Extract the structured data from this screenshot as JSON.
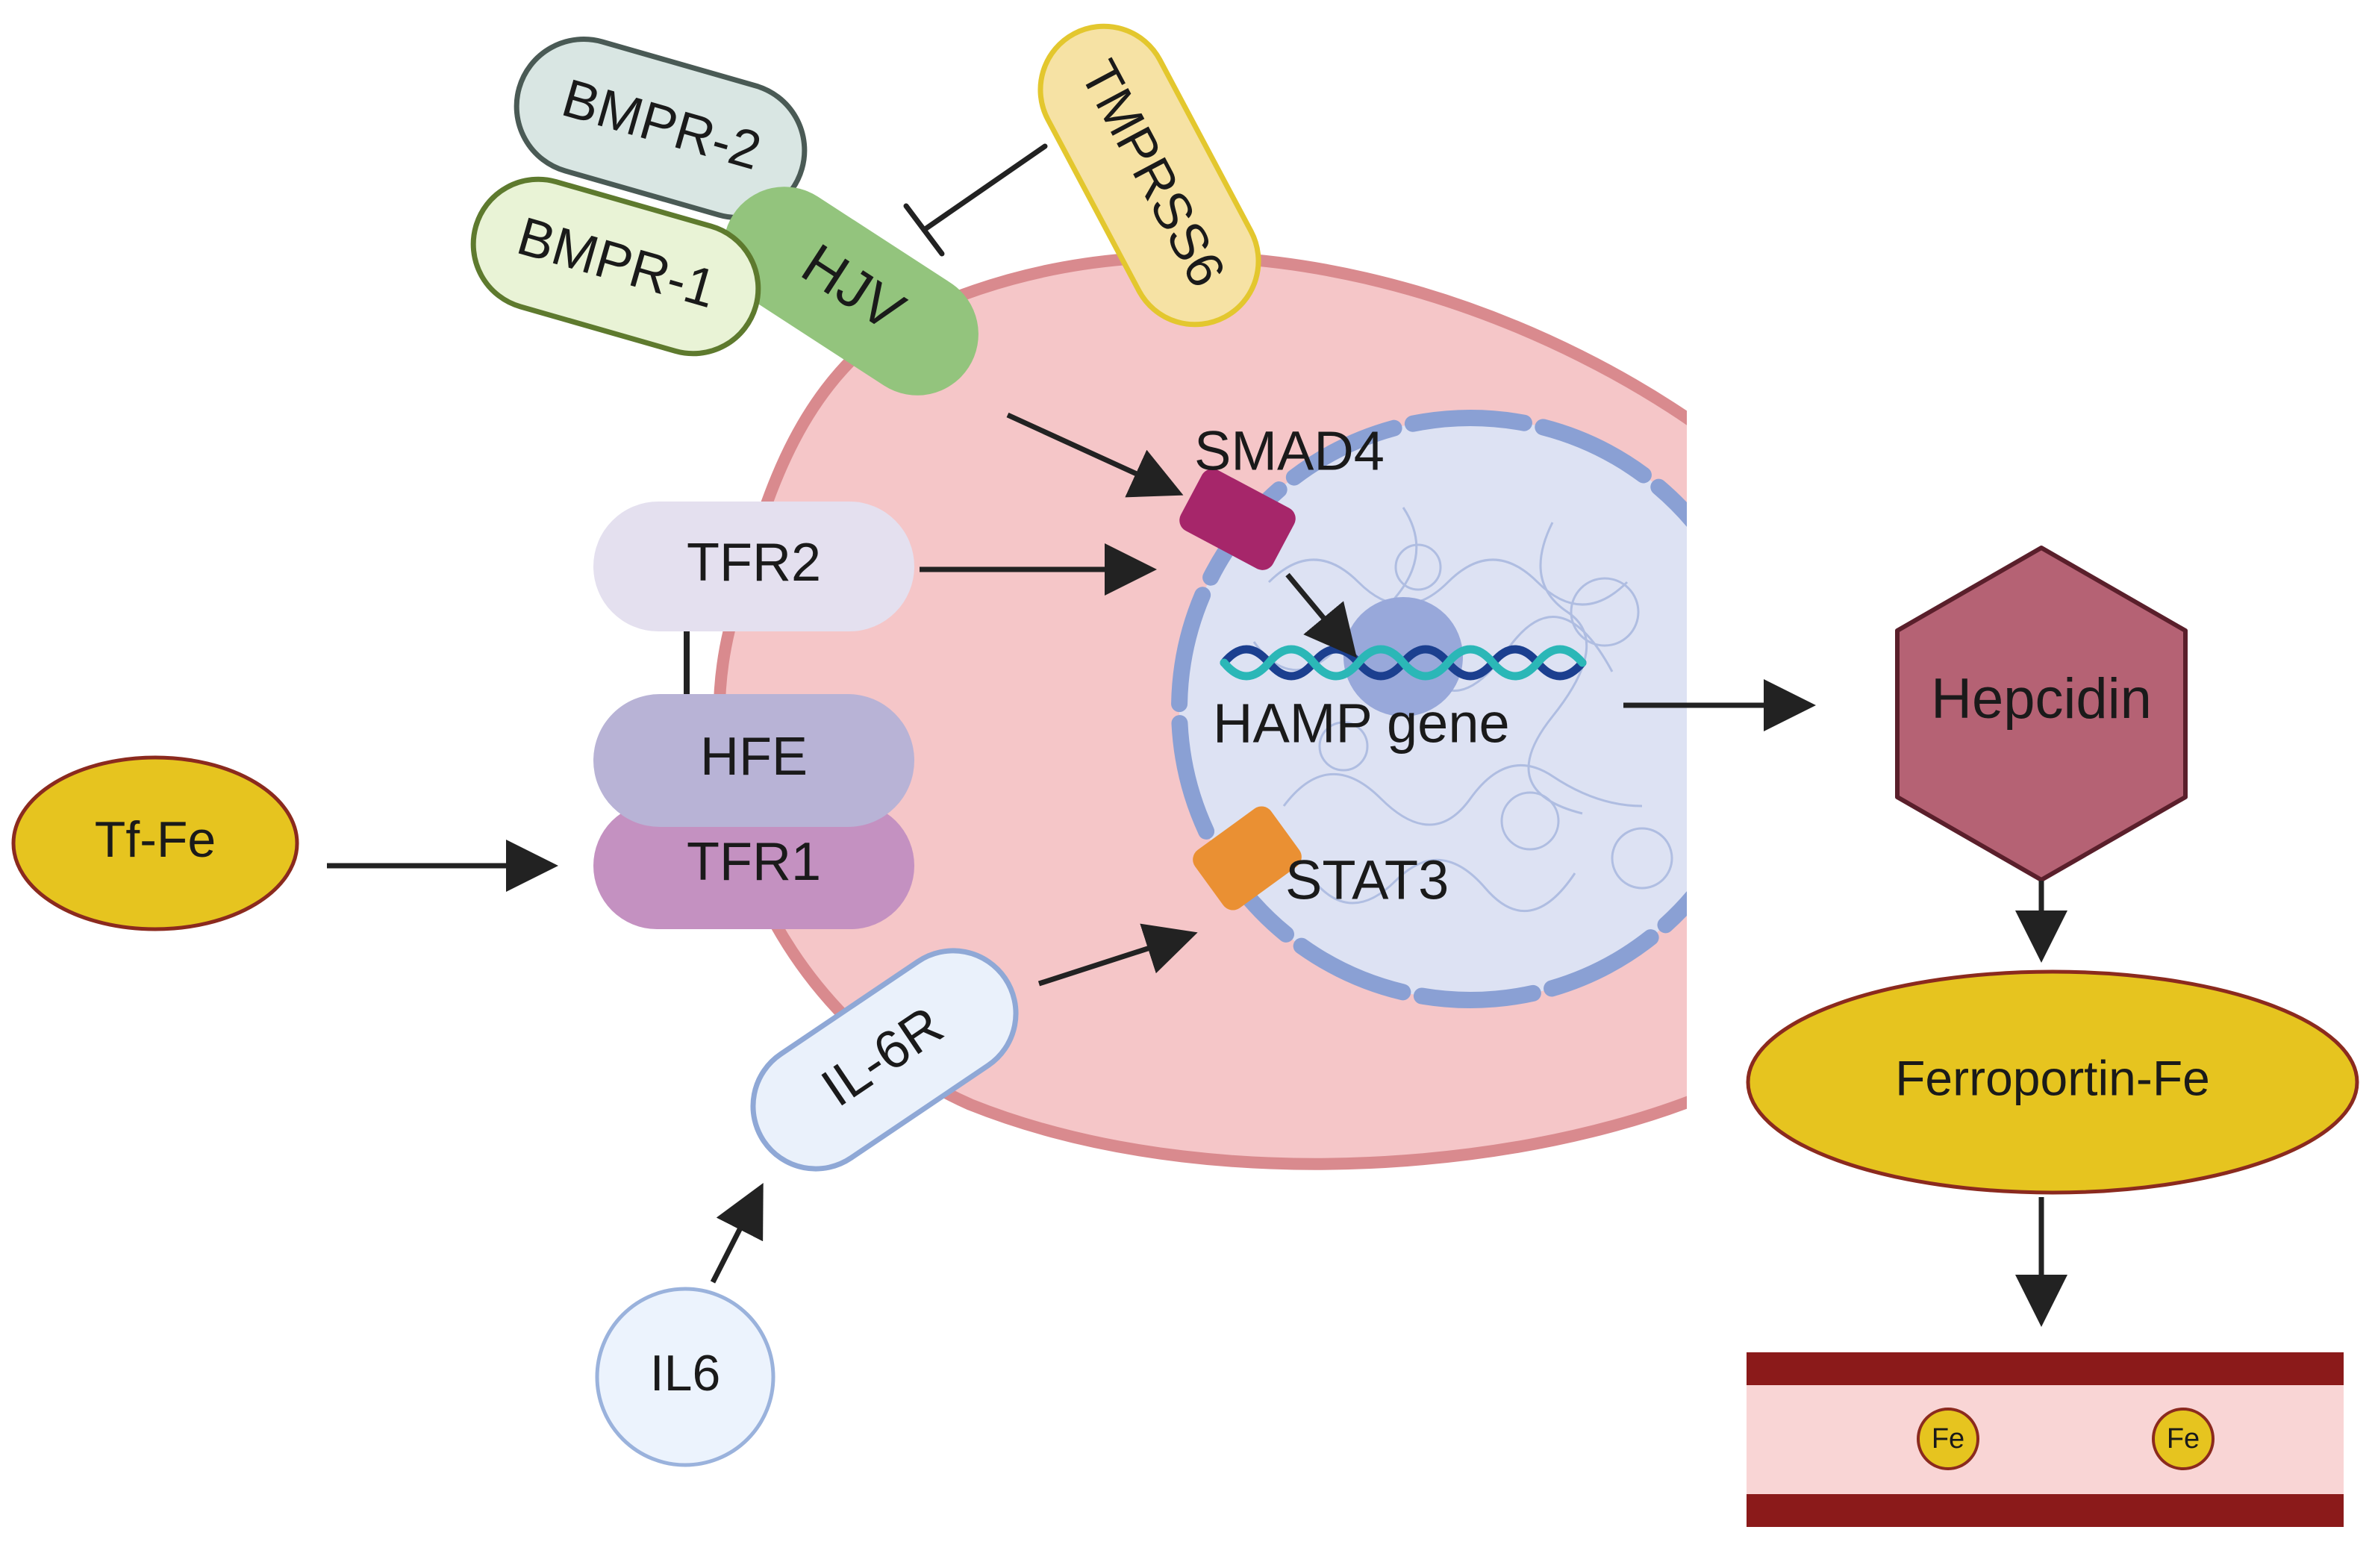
{
  "labels": {
    "bmpr2": "BMPR-2",
    "bmpr1": "BMPR-1",
    "hjv": "HJV",
    "tmprss6": "TMPRSS6",
    "smad4": "SMAD4",
    "tfr2": "TFR2",
    "hfe": "HFE",
    "tfr1": "TFR1",
    "tf_fe": "Tf-Fe",
    "hamp_gene": "HAMP gene",
    "stat3": "STAT3",
    "il6r": "IL-6R",
    "il6": "IL6",
    "hepcidin": "Hepcidin",
    "ferroportin_fe": "Ferroportin-Fe",
    "fe_1": "Fe",
    "fe_2": "Fe"
  },
  "colors": {
    "cell_fill": "#f5c6c8",
    "cell_border": "#d98a8e",
    "nucleus_fill": "#dde2f3",
    "nucleus_border": "#8aa0d4",
    "nucleolus": "#98a8da",
    "bmpr2_fill": "#d9e6e3",
    "bmpr2_border": "#4a5a55",
    "bmpr1_fill": "#e9f3d6",
    "bmpr1_border": "#5e7a2e",
    "hjv_fill": "#93c47d",
    "tmprss6_fill": "#f6e2a4",
    "tmprss6_border": "#e3c72e",
    "smad4_fill": "#a6266a",
    "stat3_fill": "#ea9033",
    "tfr2_fill": "#e4e0ef",
    "hfe_fill": "#b8b3d6",
    "tfr1_fill": "#c491c1",
    "tf_fe_fill": "#e6c41f",
    "tf_fe_border": "#8b2a1e",
    "il6r_fill": "#eaf1fb",
    "il6r_border": "#8fa8d6",
    "il6_fill": "#ecf3fd",
    "il6_border": "#9ab2dc",
    "hepcidin_fill": "#b56274",
    "hepcidin_border": "#5a1f2b",
    "ferroportin_fill": "#e6c41f",
    "ferroportin_border": "#8b2a1e",
    "vessel_wall": "#8b1a1a",
    "vessel_lumen": "#f9d5d5",
    "fe_fill": "#e6c41f",
    "dna_dark": "#1b3f8f",
    "dna_teal": "#2bb7b7",
    "arrow": "#222222"
  }
}
